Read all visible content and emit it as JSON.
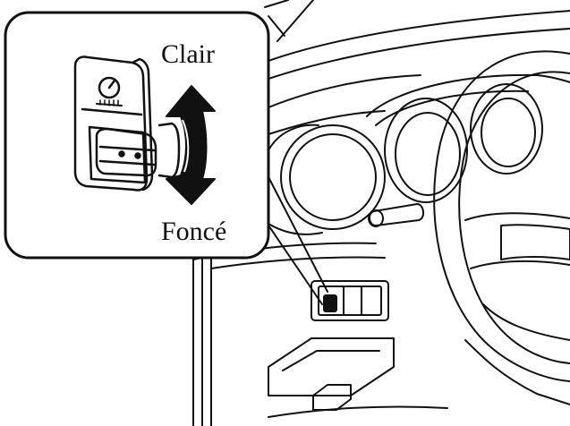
{
  "callout": {
    "label_top": "Clair",
    "label_bottom": "Foncé"
  },
  "colors": {
    "ink": "#111111",
    "background": "#ffffff",
    "arrow_fill": "#111111"
  },
  "icons": {
    "dial_symbol": "brightness-dial-icon",
    "adjust_arrow": "double-headed-curved-arrow"
  }
}
